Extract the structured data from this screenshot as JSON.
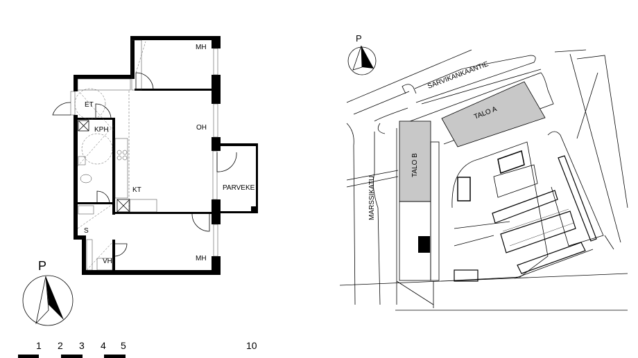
{
  "floor_plan": {
    "rooms": {
      "mh_top": "MH",
      "et": "ET",
      "kph": "KPH",
      "oh": "OH",
      "kt": "KT",
      "parveke": "PARVEKE",
      "s": "S",
      "vh": "VH",
      "mh_bottom": "MH"
    },
    "compass_label": "P",
    "compass_icon": "north-arrow-icon"
  },
  "site_plan": {
    "compass_label": "P",
    "streets": {
      "north": "SARVIKANKAANTIE",
      "west": "MARSSIKATU"
    },
    "buildings": {
      "a": "TALO A",
      "b": "TALO B"
    },
    "building_color": "#c8c8c8"
  },
  "scale_bar": {
    "ticks": [
      "1",
      "2",
      "3",
      "4",
      "5",
      "10"
    ]
  }
}
